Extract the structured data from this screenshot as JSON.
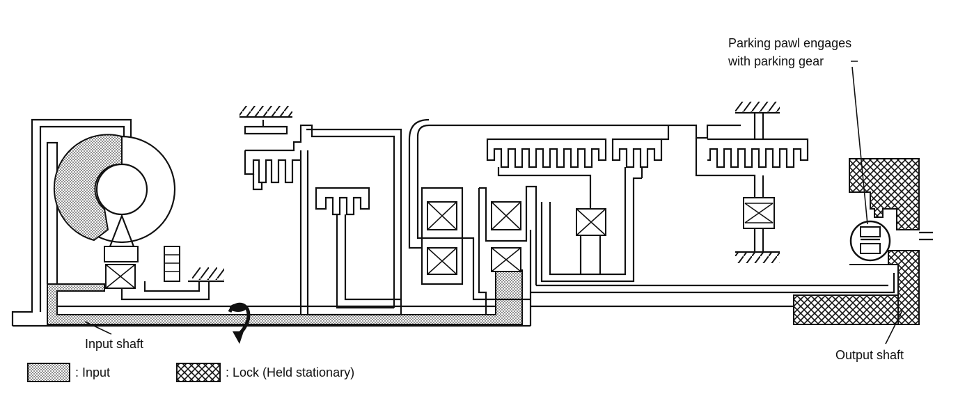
{
  "labels": {
    "parking_line1": "Parking pawl engages",
    "parking_line2": "with parking gear",
    "input_shaft": "Input shaft",
    "output_shaft": "Output shaft"
  },
  "legend": {
    "input": ": Input",
    "lock": ": Lock (Held stationary)"
  },
  "colors": {
    "line": "#111111",
    "input_fill": "#c8c8c8",
    "background": "#ffffff"
  }
}
